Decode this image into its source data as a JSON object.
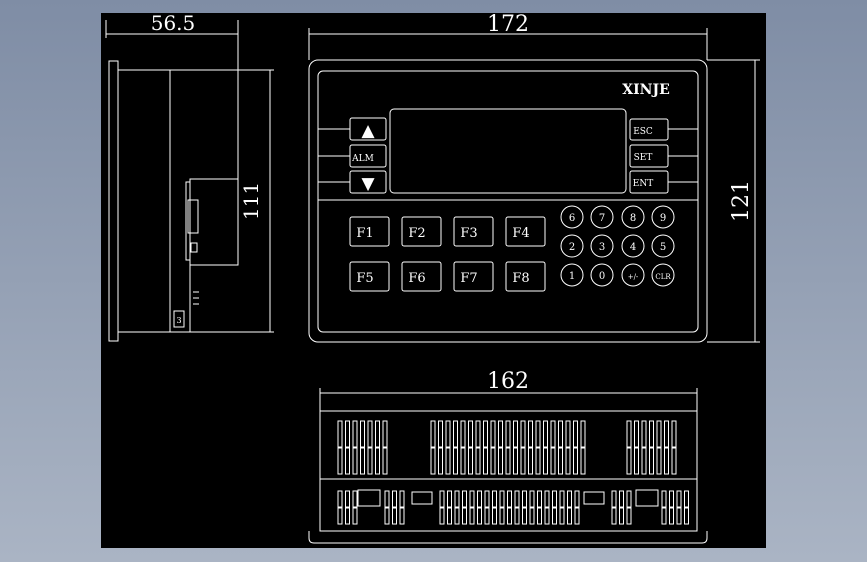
{
  "dimensions": {
    "side_width": "56.5",
    "front_width": "172",
    "side_height": "111",
    "front_height": "121",
    "bottom_width": "162"
  },
  "brand": "XINJE",
  "keys": {
    "up": "▲",
    "alm": "ALM",
    "down": "▼",
    "esc": "ESC",
    "set": "SET",
    "ent": "ENT",
    "fkeys": [
      "F1",
      "F2",
      "F3",
      "F4",
      "F5",
      "F6",
      "F7",
      "F8"
    ],
    "numpad": [
      "6",
      "7",
      "8",
      "9",
      "2",
      "3",
      "4",
      "5",
      "1",
      "0",
      "+/-",
      "CLR"
    ]
  },
  "side_label": "3",
  "colors": {
    "line": "#ffffff",
    "canvas": "#000000",
    "background": "#8a96ad"
  }
}
